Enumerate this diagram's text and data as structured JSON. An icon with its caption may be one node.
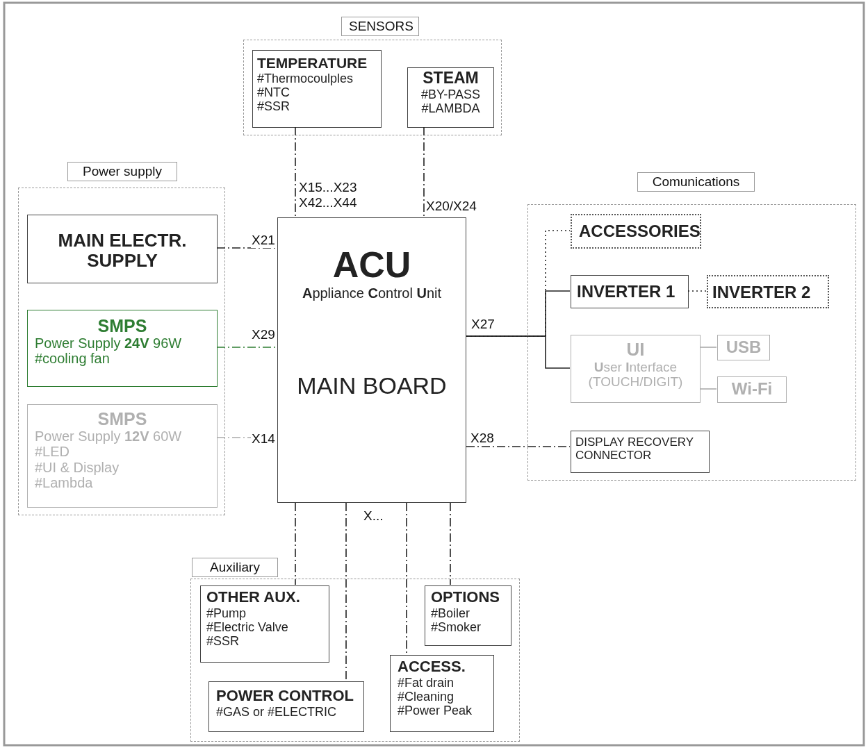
{
  "diagram": {
    "nodes": [
      {
        "text": [
          "SENSORS"
        ]
      },
      {
        "text": [
          "TEMPERATURE",
          "#Thermocoulples",
          "#NTC",
          "#SSR"
        ],
        "in": 0
      },
      {
        "text": [
          "STEAM",
          "#BY-PASS",
          "#LAMBDA"
        ],
        "in": 0
      },
      {
        "text": [
          "Power supply"
        ]
      },
      {
        "text": [
          "MAIN ELECTR. SUPPLY"
        ],
        "in": 3
      },
      {
        "text": [
          "SMPS",
          "Power Supply **24V** 96W",
          "#cooling fan"
        ],
        "in": 3
      },
      {
        "text": [
          "SMPS",
          "Power Supply **12V** 60W",
          "#LED",
          "#UI & Display",
          "#Lambda"
        ],
        "in": 3
      },
      {
        "text": [
          "ACU",
          "**A**ppliance **C**ontrol **U**nit",
          "MAIN BOARD"
        ]
      },
      {
        "text": [
          "Comunications"
        ]
      },
      {
        "text": [
          "ACCESSORIES"
        ],
        "in": 8
      },
      {
        "text": [
          "INVERTER 1"
        ],
        "in": 8
      },
      {
        "text": [
          "INVERTER 2"
        ],
        "in": 8
      },
      {
        "text": [
          "UI",
          "**U**ser **I**nterface (TOUCH/DIGIT)"
        ],
        "in": 8
      },
      {
        "text": [
          "USB"
        ],
        "in": 8
      },
      {
        "text": [
          "Wi-Fi"
        ],
        "in": 8
      },
      {
        "text": [
          "DISPLAY RECOVERY CONNECTOR"
        ],
        "in": 8
      },
      {
        "text": [
          "Auxiliary"
        ]
      },
      {
        "text": [
          "OTHER AUX.",
          "#Pump",
          "#Electric Valve",
          "#SSR"
        ],
        "in": 16
      },
      {
        "text": [
          "POWER CONTROL",
          "#GAS or #ELECTRIC"
        ],
        "in": 16
      },
      {
        "text": [
          "ACCESS.",
          "#Fat drain",
          "#Cleaning",
          "#Power Peak"
        ],
        "in": 16
      },
      {
        "text": [
          "OPTIONS",
          "#Boiler",
          "#Smoker"
        ],
        "in": 16
      }
    ],
    "edges": [
      {
        "from": 1,
        "to": 7,
        "arrow": "none",
        "label": "X15...X23 X42...X44",
        "style": "dashed"
      },
      {
        "from": 2,
        "to": 7,
        "arrow": "none",
        "label": "X20/X24",
        "style": "dashed"
      },
      {
        "from": 4,
        "to": 7,
        "arrow": "none",
        "label": "X21",
        "style": "dashed"
      },
      {
        "from": 5,
        "to": 7,
        "arrow": "none",
        "label": "X29",
        "style": "dashed",
        "color": "#2e7d32"
      },
      {
        "from": 6,
        "to": 7,
        "arrow": "none",
        "label": "X14",
        "style": "dashed",
        "color": "#aaaaaa"
      },
      {
        "from": 7,
        "to": 10,
        "arrow": "none",
        "label": "X27"
      },
      {
        "from": 7,
        "to": 12,
        "arrow": "none"
      },
      {
        "from": 7,
        "to": 9,
        "arrow": "none",
        "style": "dashed"
      },
      {
        "from": 10,
        "to": 11,
        "arrow": "none",
        "style": "dashed"
      },
      {
        "from": 12,
        "to": 13,
        "arrow": "none",
        "color": "#aaaaaa"
      },
      {
        "from": 12,
        "to": 14,
        "arrow": "none",
        "color": "#aaaaaa"
      },
      {
        "from": 7,
        "to": 15,
        "arrow": "none",
        "label": "X28",
        "style": "dashed"
      },
      {
        "from": 7,
        "to": 17,
        "arrow": "none",
        "style": "dashed"
      },
      {
        "from": 7,
        "to": 18,
        "arrow": "none",
        "style": "dashed"
      },
      {
        "from": 7,
        "to": 19,
        "arrow": "none",
        "style": "dashed"
      },
      {
        "from": 7,
        "to": 20,
        "arrow": "none",
        "style": "dashed"
      }
    ],
    "labels": [
      "X..."
    ]
  }
}
